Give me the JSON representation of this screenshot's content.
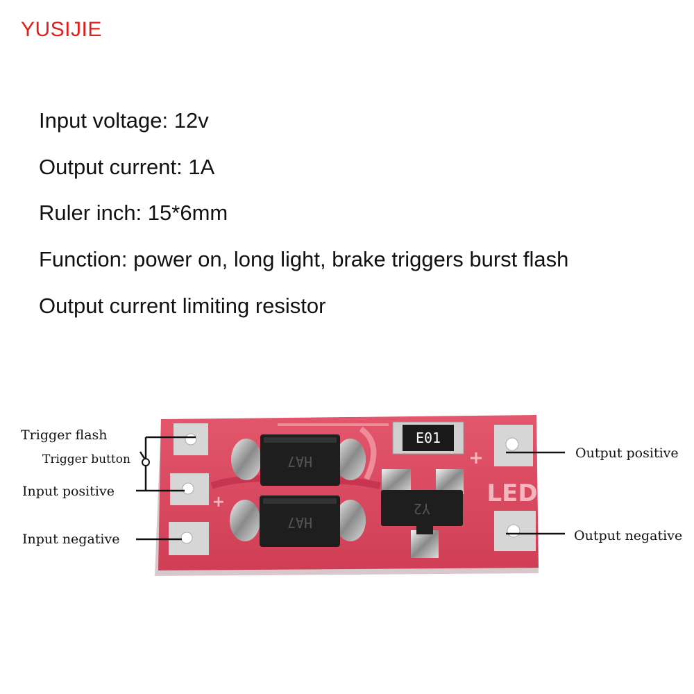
{
  "brand": {
    "text": "YUSIJIE",
    "color": "#e0201c"
  },
  "specs": [
    "Input voltage: 12v",
    "Output current: 1A",
    "Ruler inch: 15*6mm",
    "Function: power on, long light, brake triggers burst flash",
    "Output current limiting resistor"
  ],
  "labels": {
    "trigger_flash": "Trigger flash",
    "trigger_button": "Trigger button",
    "input_positive": "Input positive",
    "input_negative": "Input negative",
    "output_positive": "Output positive",
    "output_negative": "Output negative"
  },
  "board_markings": {
    "resistor": "E01",
    "diode_top": "HA7",
    "diode_bottom": "HA7",
    "transistor": "Y2",
    "silkscreen": "LED"
  },
  "colors": {
    "pcb": "#d9475e",
    "pad": "#d6d6d6",
    "component": "#1e1e1e"
  }
}
